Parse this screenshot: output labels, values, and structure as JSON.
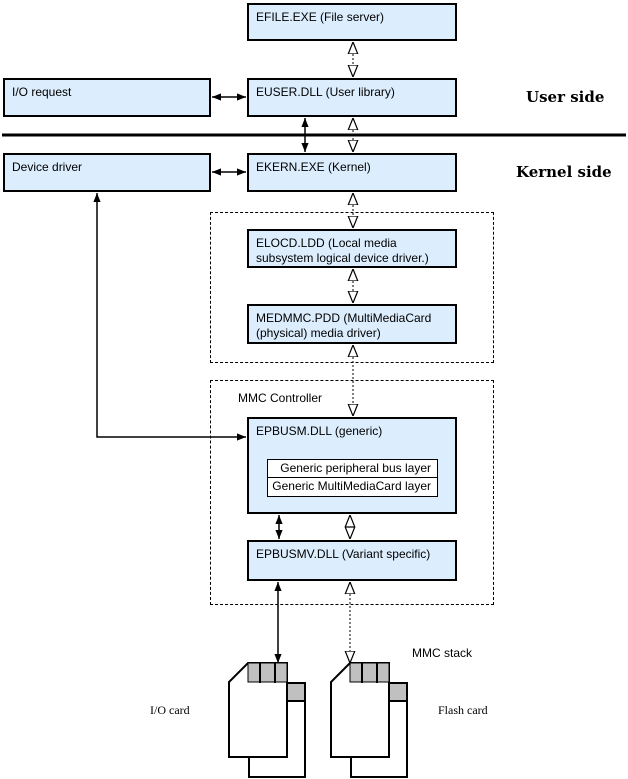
{
  "diagram": {
    "sides": {
      "user": "User side",
      "kernel": "Kernel side"
    },
    "boxes": {
      "efile": "EFILE.EXE (File server)",
      "io_request": "I/O request",
      "euser": "EUSER.DLL (User library)",
      "device_driver": "Device driver",
      "ekern": "EKERN.EXE (Kernel)",
      "elocd_line1": "ELOCD.LDD (Local media",
      "elocd_line2": "subsystem logical device driver.)",
      "medmmc_line1": "MEDMMC.PDD (MultiMediaCard",
      "medmmc_line2": "(physical) media driver)",
      "epbusm": "EPBUSM.DLL (generic)",
      "layer_bus": "Generic peripheral bus layer",
      "layer_mmc": "Generic MultiMediaCard layer",
      "epbusmv": "EPBUSMV.DLL (Variant specific)"
    },
    "groups": {
      "mmc_controller": "MMC Controller"
    },
    "cards": {
      "stack_label": "MMC stack",
      "io_card": "I/O card",
      "flash_card": "Flash card"
    },
    "colors": {
      "box_fill": "#dcedfd",
      "contact_fill": "#c0c0c0",
      "line": "#000000"
    }
  }
}
